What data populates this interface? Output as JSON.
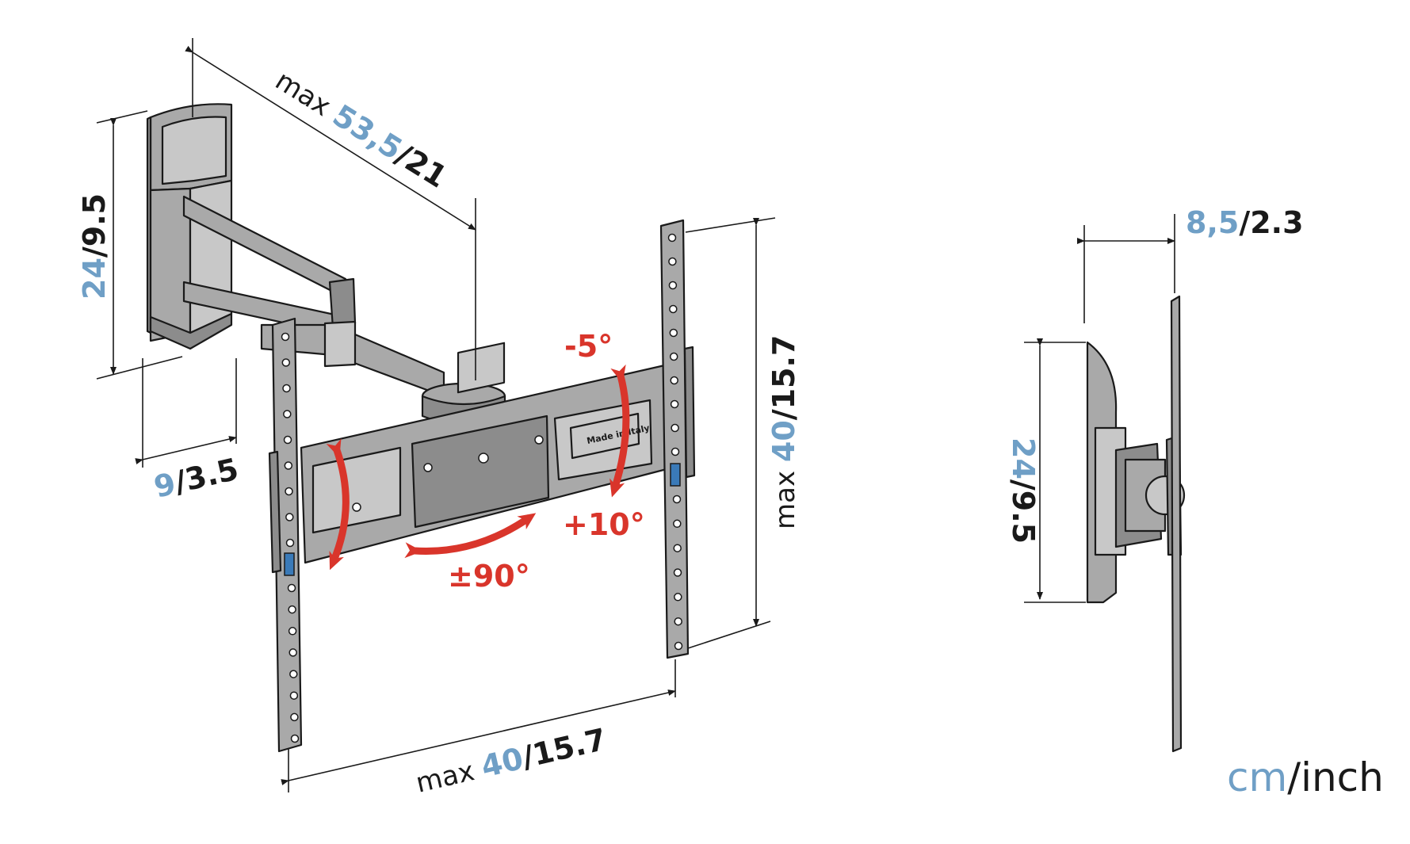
{
  "dimensions": {
    "arm_extension": {
      "prefix": "max",
      "cm": "53,5",
      "sep": "/",
      "inch": "21"
    },
    "wall_plate_height": {
      "cm": "24",
      "sep": "/",
      "inch": "9.5"
    },
    "wall_plate_depth": {
      "cm": "9",
      "sep": "/",
      "inch": "3.5"
    },
    "vesa_height": {
      "prefix": "max",
      "cm": "40",
      "sep": "/",
      "inch": "15.7"
    },
    "vesa_width": {
      "prefix": "max",
      "cm": "40",
      "sep": "/",
      "inch": "15.7"
    },
    "side_depth": {
      "cm": "8,5",
      "sep": "/",
      "inch": "2.3"
    },
    "side_height": {
      "cm": "24",
      "sep": "/",
      "inch": "9.5"
    }
  },
  "angles": {
    "tilt_up": "-5°",
    "tilt_down": "+10°",
    "swivel": "±90°"
  },
  "branding": {
    "plate_label": "Made in Italy"
  },
  "units_legend": {
    "cm": "cm",
    "sep": "/",
    "inch": "inch"
  },
  "colors": {
    "cm": "#6f9fc6",
    "inch": "#1a1a1a",
    "angle": "#d9352b",
    "part": "#a9a9a9"
  }
}
